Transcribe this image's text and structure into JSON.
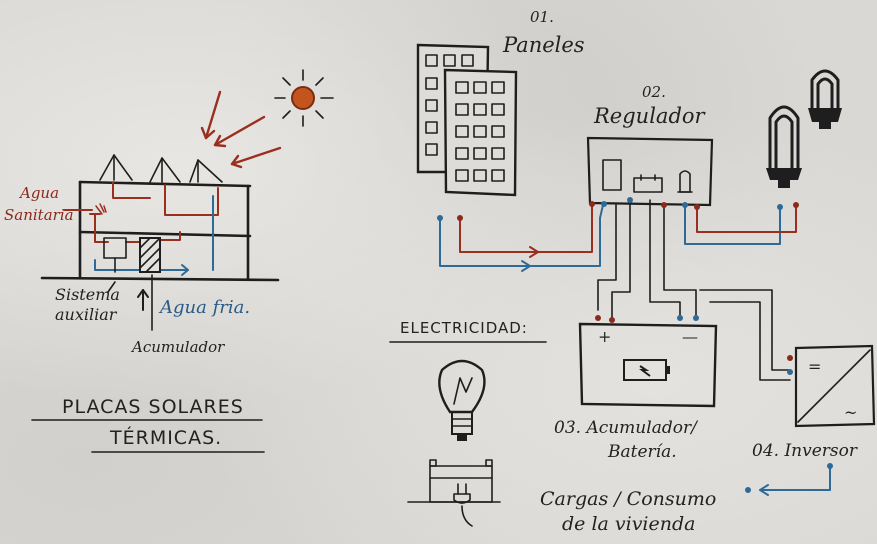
{
  "solar_thermal": {
    "label_sanitary_water": [
      "Agua",
      "Sanitaria"
    ],
    "label_aux_system": [
      "Sistema",
      "auxiliar"
    ],
    "label_cold_water": "Agua fria.",
    "label_accumulator": "Acumulador",
    "title_line1": "PLACAS SOLARES",
    "title_line2": "TÉRMICAS."
  },
  "photovoltaic": {
    "panels": {
      "number": "01.",
      "label": "Paneles"
    },
    "regulator": {
      "number": "02.",
      "label": "Regulador"
    },
    "battery": {
      "label_line1": "03. Acumulador/",
      "label_line2": "Batería.",
      "plus": "+",
      "minus": "—"
    },
    "inverter": {
      "label": "04. Inversor",
      "symbol_top": "=",
      "symbol_bottom": "~"
    },
    "electricity_label": "ELECTRICIDAD:",
    "loads": [
      "Cargas / Consumo",
      "de la vivienda"
    ]
  },
  "colors": {
    "ink": "#1e1e1e",
    "hot": "#9b2f1f",
    "cold": "#2e6a98",
    "sun": "#c4541e"
  }
}
